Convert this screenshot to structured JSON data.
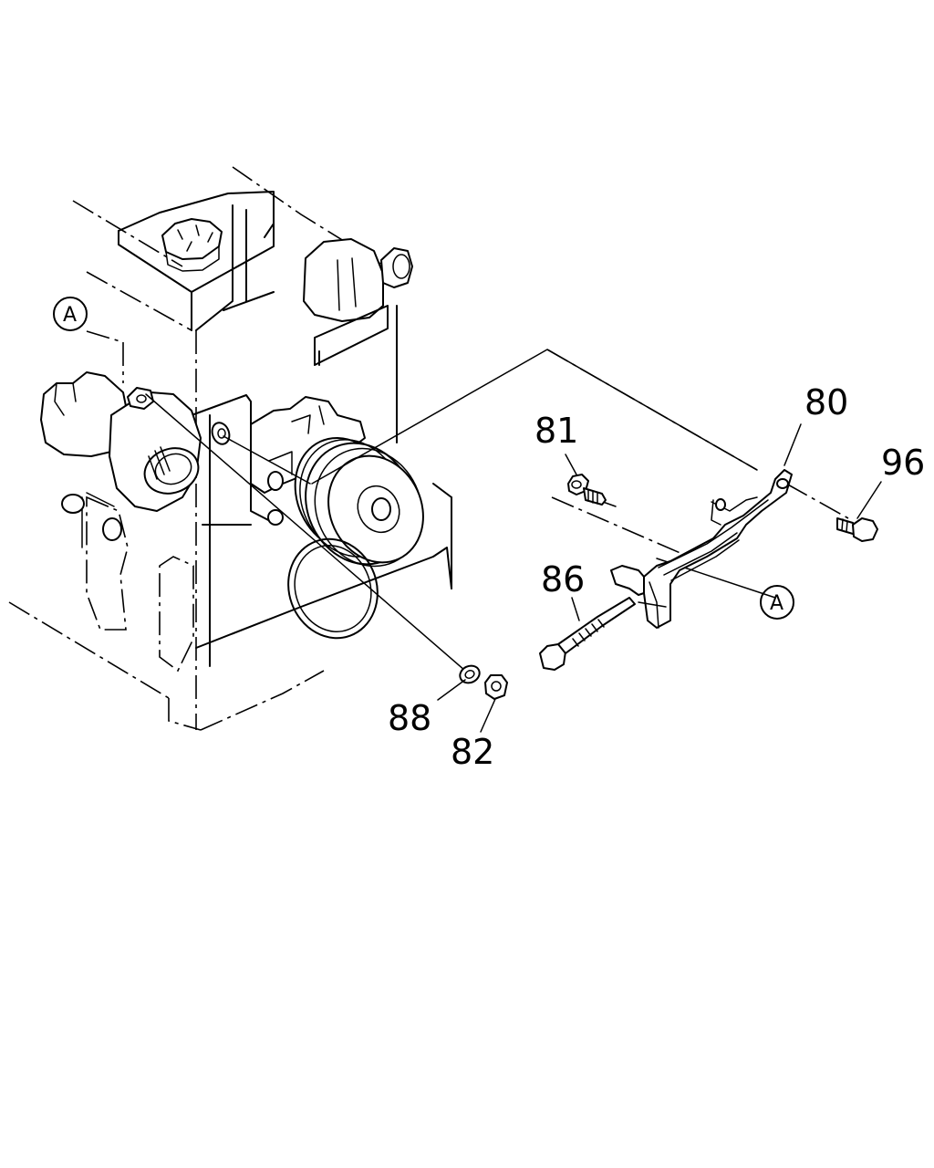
{
  "callouts": {
    "p80": "80",
    "p81": "81",
    "p82": "82",
    "p86": "86",
    "p88": "88",
    "p96": "96"
  },
  "references": {
    "ref_a_left": "A",
    "ref_a_right": "A"
  }
}
